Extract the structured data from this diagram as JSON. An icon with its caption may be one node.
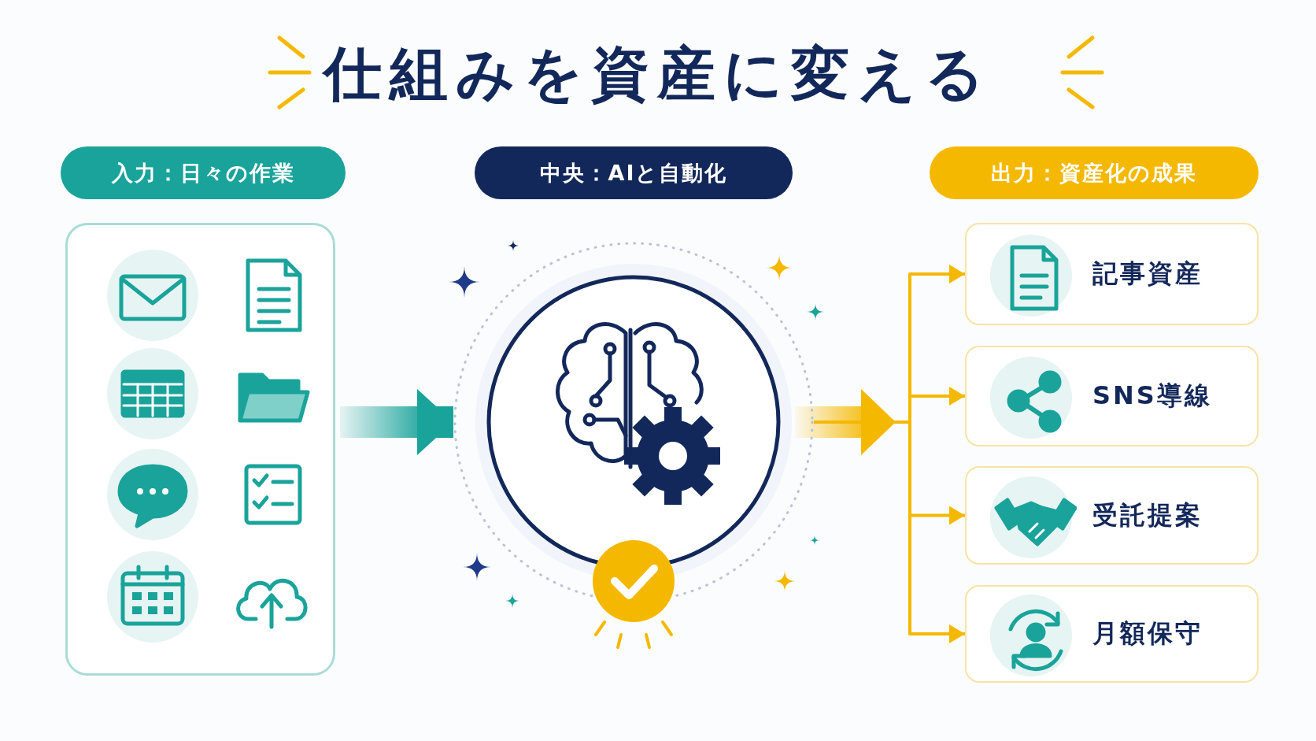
{
  "diagram": {
    "title": "仕組みを資産に変える",
    "nodes": [
      {
        "text": [
          "入力：日々の作業"
        ]
      },
      {
        "text": [
          "中央：AIと自動化"
        ]
      },
      {
        "text": [
          "出力：資産化の成果"
        ]
      },
      {
        "text": [],
        "shape": "box"
      },
      {
        "text": [],
        "shape": "circle"
      },
      {
        "text": [
          "記事資産"
        ]
      },
      {
        "text": [
          "SNS導線"
        ]
      },
      {
        "text": [
          "受託提案"
        ]
      },
      {
        "text": [
          "月額保守"
        ]
      }
    ],
    "edges": [
      {
        "from": 3,
        "to": 4,
        "arrow": "to",
        "style": "thick",
        "color": "#1aa39a"
      },
      {
        "from": 4,
        "to": 5,
        "arrow": "to"
      },
      {
        "from": 4,
        "to": 6,
        "arrow": "to"
      },
      {
        "from": 4,
        "to": 7,
        "arrow": "to"
      },
      {
        "from": 4,
        "to": 8,
        "arrow": "to"
      }
    ]
  }
}
